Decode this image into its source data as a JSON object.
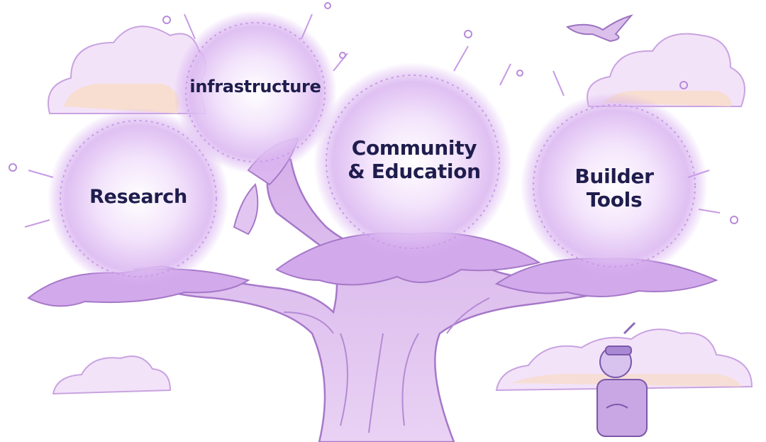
{
  "nodes": {
    "infrastructure": "infrastructure",
    "research": "Research",
    "community": "Community\n& Education",
    "builder": "Builder\nTools"
  },
  "colors": {
    "tree": "#c9a3e0",
    "tree_stroke": "#a678c9",
    "glow": "#e7cdf7",
    "cloud": "#f3dff7",
    "cloud_shadow": "#f6d9c4",
    "text": "#1f1d4d"
  },
  "icons": {
    "tree": "tree-illustration",
    "person": "person-with-antenna-icon",
    "bird": "bird-icon"
  }
}
